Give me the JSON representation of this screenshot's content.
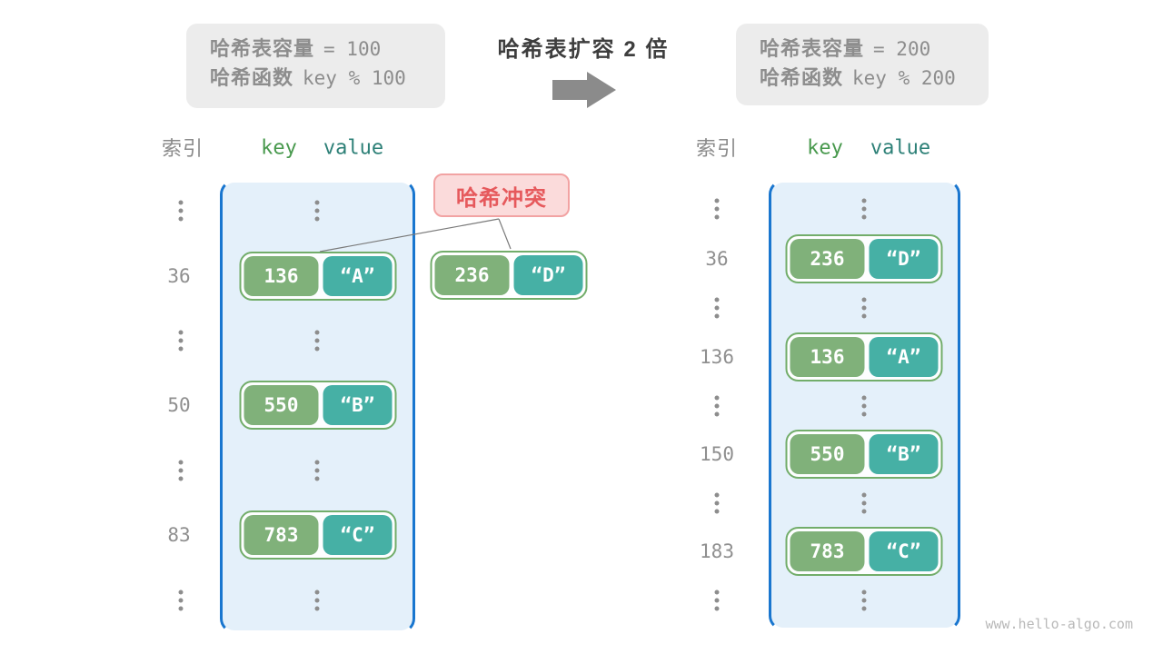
{
  "header": {
    "before_box": {
      "line1_label": "哈希表容量",
      "line1_value": "= 100",
      "line2_label": "哈希函数",
      "line2_value": "key % 100"
    },
    "transition_title": "哈希表扩容 2 倍",
    "after_box": {
      "line1_label": "哈希表容量",
      "line1_value": "= 200",
      "line2_label": "哈希函数",
      "line2_value": "key % 200"
    }
  },
  "colors": {
    "bucket_border_blue": "#1976cf",
    "bucket_fill_blue": "#e4f0fa",
    "key_green": "#80b17a",
    "value_teal": "#46b0a5",
    "pair_border_green": "#72ad6a",
    "collision_red": "#e6595c",
    "collision_bg": "#fbdbdb",
    "muted_gray": "#8d8d8d",
    "info_box_bg": "#ececec"
  },
  "left_diagram": {
    "index_header": "索引",
    "key_header": "key",
    "value_header": "value",
    "rows": [
      {
        "type": "dots"
      },
      {
        "type": "pair",
        "index": "36",
        "key": "136",
        "value": "“A”"
      },
      {
        "type": "dots"
      },
      {
        "type": "pair",
        "index": "50",
        "key": "550",
        "value": "“B”"
      },
      {
        "type": "dots"
      },
      {
        "type": "pair",
        "index": "83",
        "key": "783",
        "value": "“C”"
      },
      {
        "type": "dots"
      }
    ],
    "collision_label": "哈希冲突",
    "external_pair": {
      "key": "236",
      "value": "“D”"
    }
  },
  "right_diagram": {
    "index_header": "索引",
    "key_header": "key",
    "value_header": "value",
    "rows": [
      {
        "type": "dots"
      },
      {
        "type": "pair",
        "index": "36",
        "key": "236",
        "value": "“D”"
      },
      {
        "type": "dots"
      },
      {
        "type": "pair",
        "index": "136",
        "key": "136",
        "value": "“A”"
      },
      {
        "type": "dots"
      },
      {
        "type": "pair",
        "index": "150",
        "key": "550",
        "value": "“B”"
      },
      {
        "type": "dots"
      },
      {
        "type": "pair",
        "index": "183",
        "key": "783",
        "value": "“C”"
      },
      {
        "type": "dots"
      }
    ]
  },
  "footer": {
    "watermark": "www.hello-algo.com"
  }
}
